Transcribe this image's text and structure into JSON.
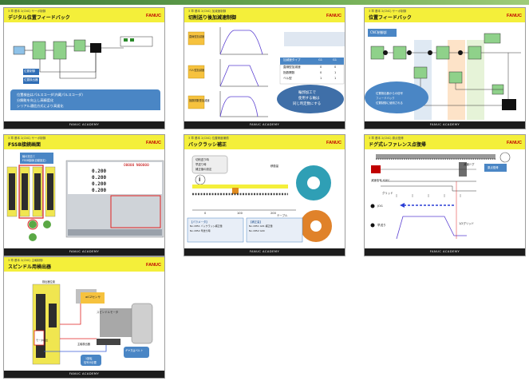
{
  "footer": "FANUC ACADEMY",
  "logo": "FANUC",
  "slides": [
    {
      "crumb": "3 章 基本 2(CNC) サーボ制御",
      "title": "デジタル位置フィードバック",
      "labels": [
        "位置制御",
        "位置検出器"
      ],
      "callout": [
        "位置検出はパルスコーダ(内蔵パルスコーダ)",
        "分解能を向上し高精度化",
        "シリアル通信方式により高速化"
      ]
    },
    {
      "crumb": "3 章 基本 2(CNC) 加減速制御",
      "title": "切削送り後加減速制御",
      "labels": [
        "直線型加減速",
        "ベル型加減速",
        "指数関数型加減速"
      ],
      "table": {
        "header": [
          "加減速タイプ",
          "G1",
          "G1"
        ],
        "rows": [
          [
            "直線型加減速",
            "0",
            "0"
          ],
          [
            "指数関数",
            "0",
            "1"
          ],
          [
            "ベル型",
            "1",
            "1"
          ]
        ]
      },
      "bubble": [
        "輪郭加工で",
        "使用する軸は",
        "同じ時定数にする"
      ]
    },
    {
      "crumb": "3 章 基本 2(CNC) サーボ制御",
      "title": "位置フィードバック",
      "tag": "CNC制御部",
      "callout": [
        "位置検出器からの信号",
        "フィードバック",
        "位置制御に使用される"
      ]
    },
    {
      "crumb": "3 章 基本 2(CNC) サーボ制御",
      "title": "FSSB接続画面",
      "note": [
        "軸の割当て",
        "FSSB接続(自動設定)"
      ],
      "screen": [
        "0.200",
        "0.200",
        "0.200",
        "0.200"
      ],
      "screen_code": "O0000 N00000"
    },
    {
      "crumb": "3 章 基本 2(CNC) 位置精度補償",
      "title": "バックラッシ補正",
      "list": [
        "切削送り時",
        "早送り時",
        "補正値の設定"
      ],
      "axis": [
        "0",
        "100",
        "200"
      ],
      "axis_labels": [
        "移動量",
        "テーブル"
      ],
      "panels": [
        [
          "【パラメータ】",
          "No.1851 バックラッシ補正量",
          "No.1852 早送り時"
        ],
        [
          "【補正量】",
          "No.1851 G01 補正量",
          "No.1852 G00"
        ]
      ]
    },
    {
      "crumb": "3 章 基本 2(CNC) 原点復帰",
      "title": "ドグ式レファレンス点復帰",
      "labels": [
        "減速ドグ",
        "減速信号 *DEC",
        "グリッド",
        "JOG",
        "早送り",
        "1/2グリッド"
      ],
      "tag": "原点復帰"
    },
    {
      "crumb": "3 章 基本 2(CNC) 主軸制御",
      "title": "スピンドル用検出器",
      "labels": [
        "検出器位置",
        "スピンドルモータ",
        "主軸検出器",
        "モータ検出",
        "ギヤ又はベルト"
      ],
      "tag": "αiCZセンサ",
      "note": [
        "1回転",
        "信号が必要"
      ]
    }
  ]
}
